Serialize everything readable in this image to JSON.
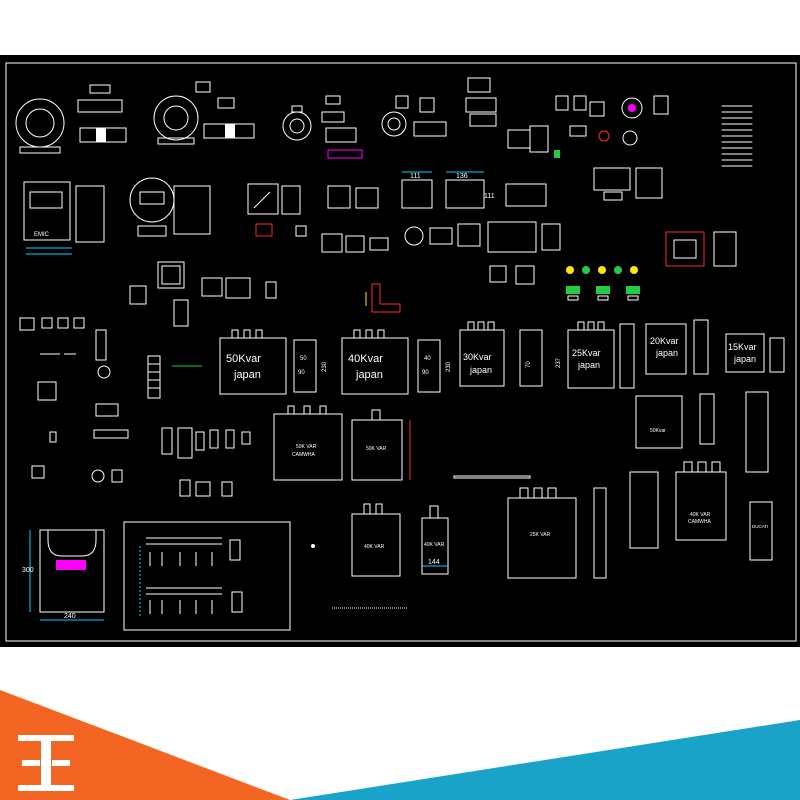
{
  "drawing": {
    "capacitors": {
      "c50": {
        "rating": "50Kvar",
        "brand": "japan"
      },
      "c40": {
        "rating": "40Kvar",
        "brand": "japan"
      },
      "c30": {
        "rating": "30Kvar",
        "brand": "japan"
      },
      "c25": {
        "rating": "25Kvar",
        "brand": "japan"
      },
      "c20": {
        "rating": "20Kvar",
        "brand": "japan"
      },
      "c15": {
        "rating": "15Kvar",
        "brand": "japan"
      }
    },
    "dims": {
      "d50": "50",
      "d230a": "230",
      "d90a": "90",
      "d40": "40",
      "d230b": "230",
      "d90b": "90",
      "d70": "70",
      "d237": "237",
      "d111a": "111",
      "d136": "136",
      "d111b": "111",
      "d300": "300",
      "d240": "240",
      "d144": "144"
    },
    "labels": {
      "emic": "EMIC",
      "kvar50": "50Kvar",
      "cap50var": "50K VAR",
      "cap50brand": "CAMWHA",
      "cap50var2": "50K VAR",
      "cap40a": "40K VAR",
      "cap40b": "40K VAR",
      "cap25": "25K VAR",
      "cap40c": "40K VAR",
      "camwha": "CAMWHA",
      "ducati": "DUCATI"
    },
    "colors": {
      "background": "#000000",
      "line": "#ffffff",
      "dimension": "#00d4ff",
      "accent_red": "#ff2a2a",
      "accent_green": "#22cc44",
      "accent_yellow": "#ffe600",
      "accent_magenta": "#ff00ff"
    }
  },
  "banner": {
    "colors": {
      "orange": "#f26522",
      "teal": "#1aa3c8",
      "white": "#ffffff"
    }
  },
  "logo": {
    "text": "3E",
    "color": "#f26522",
    "icon": "3e-logo-icon"
  }
}
